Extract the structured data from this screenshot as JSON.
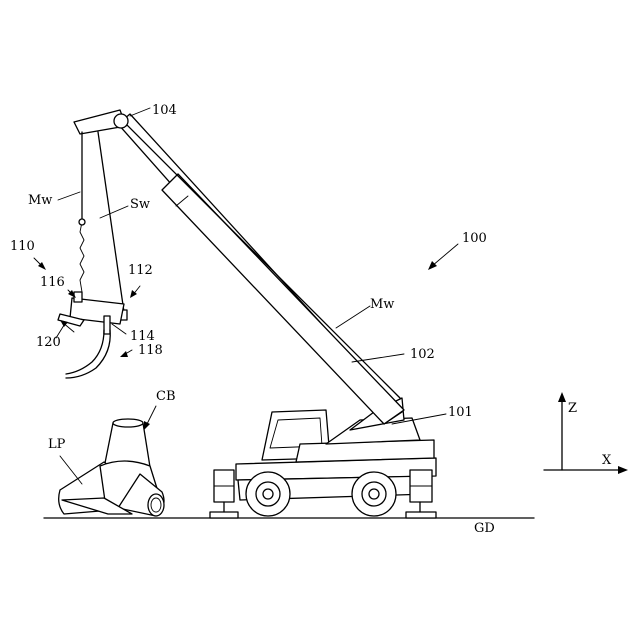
{
  "labels": {
    "crane_ref": "100",
    "boom_ref": "102",
    "carrier_ref": "101",
    "sheave_ref": "104",
    "main_wire_top": "Mw",
    "sub_wire": "Sw",
    "main_wire_boom": "Mw",
    "lifting_device_ref": "110",
    "ref_112": "112",
    "ref_114": "114",
    "ref_116": "116",
    "ref_118": "118",
    "ref_120": "120",
    "concrete_block": "CB",
    "lifting_point": "LP",
    "ground": "GD",
    "axis_z": "Z",
    "axis_x": "X"
  }
}
